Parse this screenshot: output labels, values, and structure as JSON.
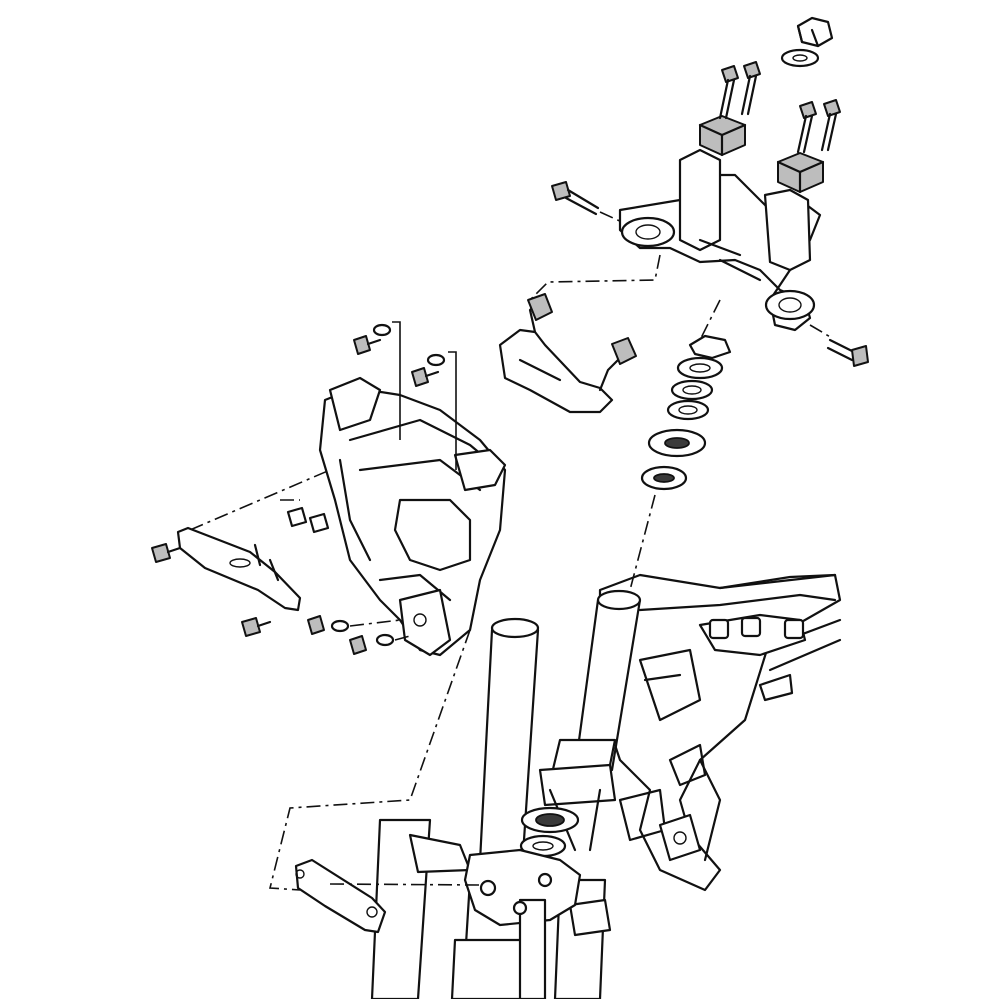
{
  "diagram": {
    "type": "exploded-parts-diagram",
    "colors": {
      "line": "#111111",
      "shade": "#bdbdbd",
      "dark": "#3a3a3a",
      "background": "#ffffff"
    },
    "parts": [
      "top-nut",
      "top-washer",
      "handlebar-riser-clamp-left",
      "handlebar-riser-clamp-right",
      "upper-triple-clamp",
      "triple-clamp-pinch-bolt-left",
      "triple-clamp-pinch-bolt-right",
      "lock-washer",
      "adjusting-nut-upper",
      "adjusting-nut-lower",
      "bearing-seal",
      "upper-bearing",
      "steering-stem",
      "headlight-bracket",
      "headlight-housing",
      "bracket-plate",
      "frame-head-tube",
      "lower-bearing",
      "lower-triple-clamp",
      "front-fork-left",
      "front-fork-right",
      "lower-bracket"
    ]
  }
}
